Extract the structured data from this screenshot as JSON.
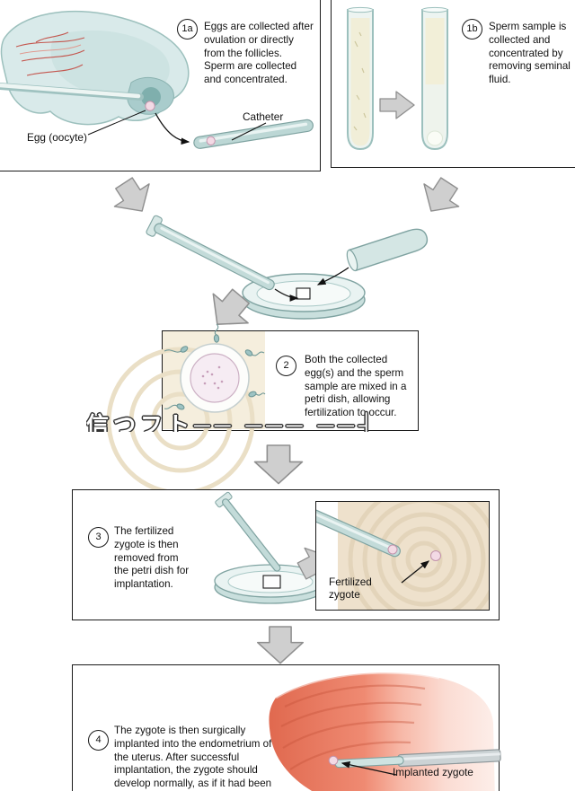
{
  "figure": {
    "steps": [
      {
        "num": "1a",
        "text": "Eggs are collected after ovulation or directly from the follicles. Sperm are collected and concentrated."
      },
      {
        "num": "1b",
        "text": "Sperm sample is collected and concentrated by removing seminal fluid."
      },
      {
        "num": "2",
        "text": "Both the collected egg(s) and the sperm sample are mixed in a petri dish, allowing fertilization to occur."
      },
      {
        "num": "3",
        "text": "The fertilized zygote is then removed from the petri dish for implantation."
      },
      {
        "num": "4",
        "text": "The zygote is then surgically implanted into the endometrium of the uterus. After successful implantation, the zygote should develop normally, as if it had been fertilized in the female's oviducts."
      }
    ],
    "labels": {
      "egg_oocyte": "Egg (oocyte)",
      "catheter": "Catheter",
      "fertilized_zygote": "Fertilized zygote",
      "implanted_zygote": "Implanted zygote"
    },
    "watermark_text": "信つフト── ─── ──┤",
    "colors": {
      "teal_light": "#d9eaea",
      "teal_stroke": "#7fa3a1",
      "arrow_gray": "#cfcfcf",
      "uterus_red": "#e0694f",
      "uterus_pale": "#fdeee9",
      "zygote_pink": "#f3dae5"
    }
  }
}
